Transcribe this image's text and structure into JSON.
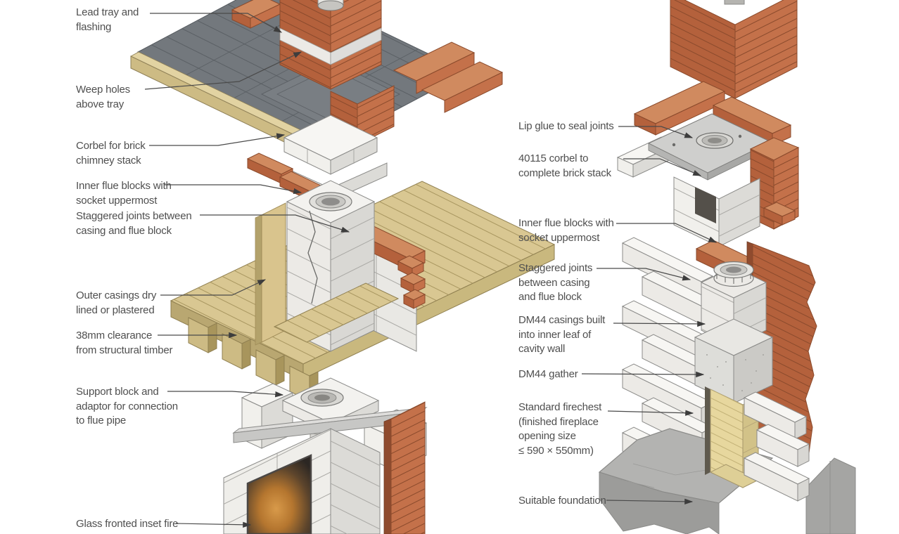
{
  "figure": {
    "title": "Chimney and fireplace construction exploded diagrams",
    "background": "#ffffff",
    "label_text_color": "#4f4f4f",
    "leader_line_color": "#4a4a4a"
  },
  "palette": {
    "brick": "#b4613c",
    "brick_light": "#c4714a",
    "brick_top": "#d08a5f",
    "mortar": "#8a4a2c",
    "block_white": "#f1f0ec",
    "block_shade": "#dcdbd7",
    "slate_grey": "#73787d",
    "flashing_grey": "#797e83",
    "timber": "#d9c792",
    "timber_shade": "#b9a771",
    "concrete": "#a8a8a6",
    "firebrick": "#e7d79e",
    "fire_glow": "#c98236",
    "glass_dark": "#2c2723"
  },
  "left_diagram": {
    "name": "Brick chimney stack and inset fire system (exploded view)",
    "labels": [
      {
        "text": "Lead tray and\nflashing"
      },
      {
        "text": "Weep holes\nabove tray"
      },
      {
        "text": "Corbel for brick\nchimney stack"
      },
      {
        "text": "Inner flue blocks with\nsocket uppermost"
      },
      {
        "text": "Staggered joints between\ncasing and flue block"
      },
      {
        "text": "Outer casings dry\nlined or plastered"
      },
      {
        "text": "38mm clearance\nfrom structural timber"
      },
      {
        "text": "Support block and\nadaptor for connection\nto flue pipe"
      },
      {
        "text": "Glass fronted inset fire"
      }
    ]
  },
  "right_diagram": {
    "name": "Cavity wall chimney with DM44 casings and firechest (exploded view)",
    "labels": [
      {
        "text": "Lip glue to seal joints"
      },
      {
        "text": "40115 corbel to\ncomplete brick stack"
      },
      {
        "text": "Inner flue blocks with\nsocket uppermost"
      },
      {
        "text": "Staggered joints\nbetween casing\nand flue block"
      },
      {
        "text": "DM44 casings built\ninto inner leaf of\ncavity wall"
      },
      {
        "text": "DM44 gather"
      },
      {
        "text": "Standard firechest\n(finished fireplace\nopening size\n≤ 590 × 550mm)"
      },
      {
        "text": "Suitable foundation"
      }
    ]
  }
}
